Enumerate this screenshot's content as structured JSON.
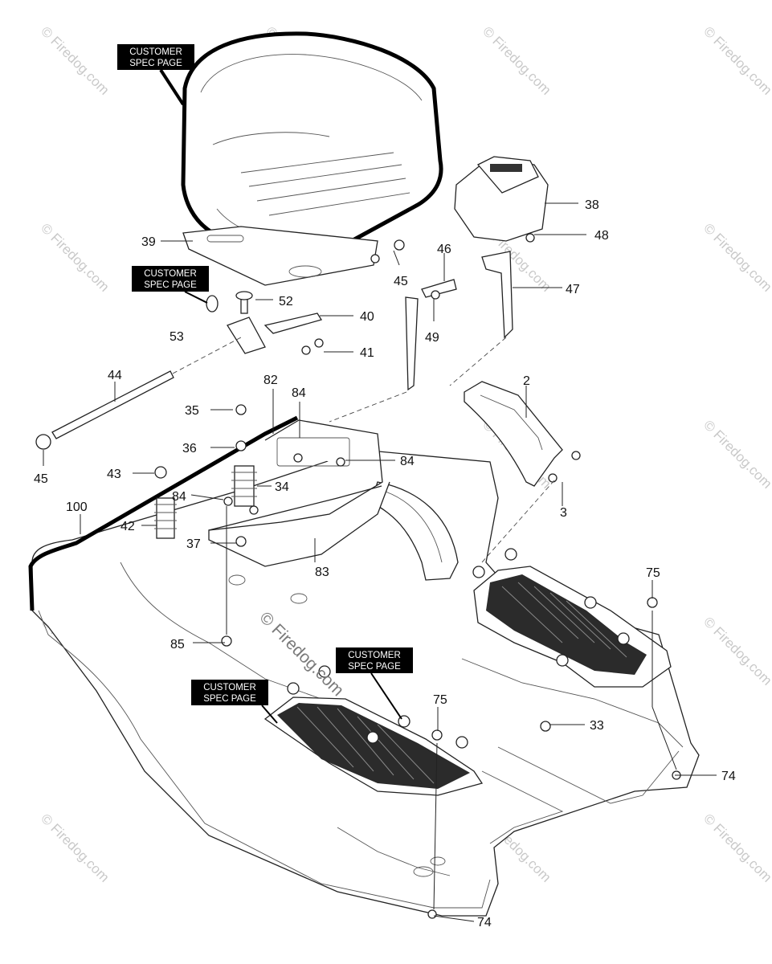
{
  "spec_tag": {
    "line1": "CUSTOMER",
    "line2": "SPEC PAGE"
  },
  "watermark": {
    "small": "© Firedog.com",
    "center": "© Firedog.com"
  },
  "callouts": {
    "c2": "2",
    "c3": "3",
    "c33": "33",
    "c34": "34",
    "c35": "35",
    "c36": "36",
    "c37": "37",
    "c38": "38",
    "c39": "39",
    "c40": "40",
    "c41": "41",
    "c42": "42",
    "c43": "43",
    "c44": "44",
    "c45a": "45",
    "c45b": "45",
    "c46": "46",
    "c47": "47",
    "c48": "48",
    "c49": "49",
    "c52": "52",
    "c53": "53",
    "c74a": "74",
    "c74b": "74",
    "c75a": "75",
    "c75b": "75",
    "c82": "82",
    "c83": "83",
    "c84a": "84",
    "c84b": "84",
    "c84c": "84",
    "c85": "85",
    "c100": "100"
  }
}
